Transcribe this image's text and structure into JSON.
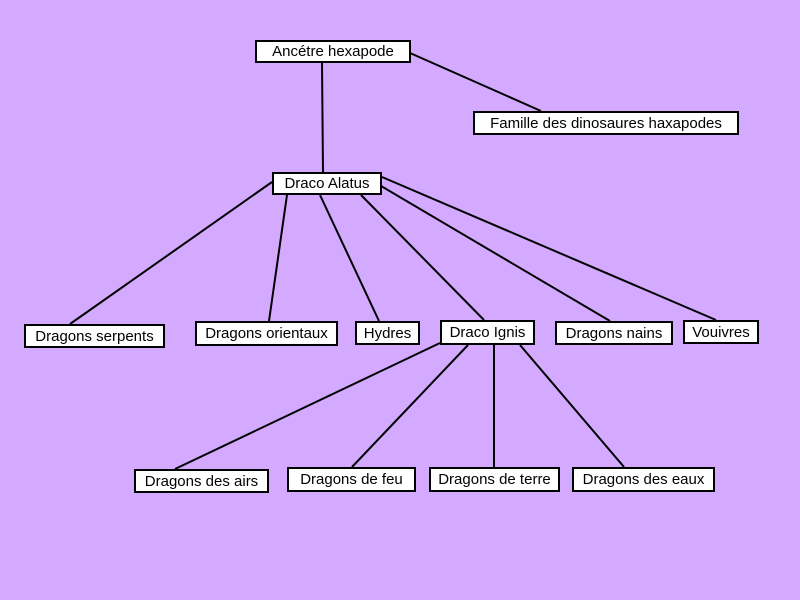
{
  "background_color": "#d3aaff",
  "node_fill": "#ffffff",
  "node_border": "#000000",
  "nodes": {
    "root": "Ancétre hexapode",
    "famille": "Famille des dinosaures haxapodes",
    "alatus": "Draco Alatus",
    "serpents": "Dragons serpents",
    "orientaux": "Dragons orientaux",
    "hydres": "Hydres",
    "ignis": "Draco Ignis",
    "nains": "Dragons nains",
    "vouivres": "Vouivres",
    "airs": "Dragons des airs",
    "feu": "Dragons de feu",
    "terre": "Dragons de terre",
    "eaux": "Dragons des eaux"
  },
  "edges": [
    [
      "root",
      "famille"
    ],
    [
      "root",
      "alatus"
    ],
    [
      "alatus",
      "serpents"
    ],
    [
      "alatus",
      "orientaux"
    ],
    [
      "alatus",
      "hydres"
    ],
    [
      "alatus",
      "ignis"
    ],
    [
      "alatus",
      "nains"
    ],
    [
      "alatus",
      "vouivres"
    ],
    [
      "ignis",
      "airs"
    ],
    [
      "ignis",
      "feu"
    ],
    [
      "ignis",
      "terre"
    ],
    [
      "ignis",
      "eaux"
    ]
  ]
}
